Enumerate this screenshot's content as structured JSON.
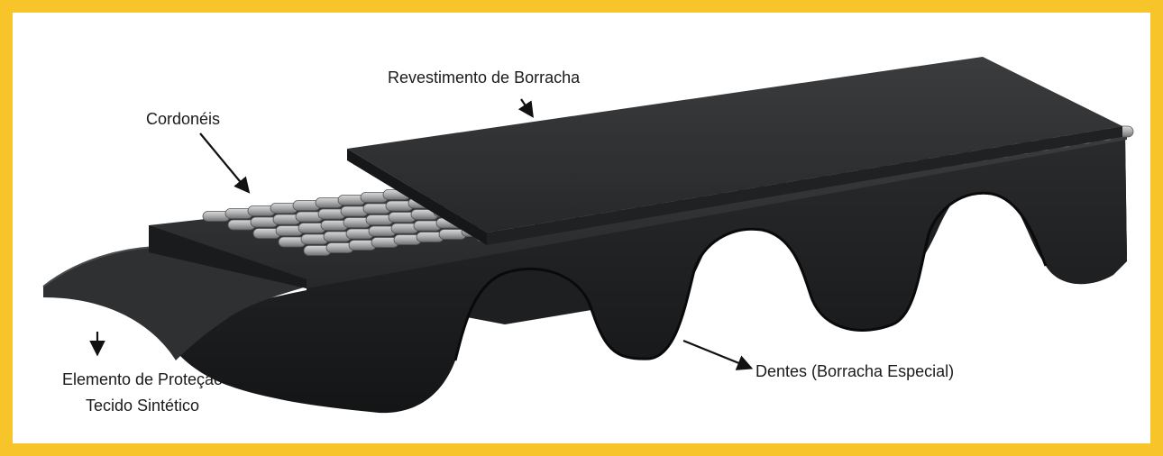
{
  "diagram": {
    "labels": {
      "coating": "Revestimento de Borracha",
      "cords": "Cordonéis",
      "protection_line1": "Elemento de Proteção",
      "protection_line2": "Tecido Sintético",
      "teeth": "Dentes (Borracha Especial)"
    },
    "colors": {
      "frame": "#f7c42a",
      "rubber_top": "#2c2e30",
      "rubber_side": "#1c1d1f",
      "cord": "#a9abad"
    }
  }
}
